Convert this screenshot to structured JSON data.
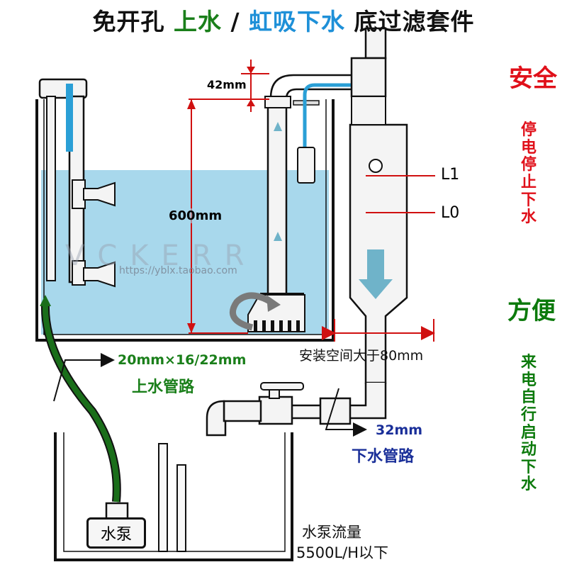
{
  "title": {
    "part1": "免开孔 ",
    "part2": "上水",
    "sep": " / ",
    "part3": "虹吸下水",
    "part4": " 底过滤套件",
    "colors": {
      "dark": "#111111",
      "green": "#1a7f1a",
      "blue": "#1e90d8"
    }
  },
  "right_side": {
    "safety_title": "安全",
    "safety_text": [
      "停",
      "电",
      "停",
      "止",
      "下",
      "水"
    ],
    "convenience_title": "方便",
    "convenience_text": [
      "来",
      "电",
      "自",
      "行",
      "启",
      "动",
      "下",
      "水"
    ],
    "colors": {
      "red": "#e0101a",
      "green": "#0c7a0c"
    }
  },
  "labels": {
    "dim_42": "42mm",
    "dim_600": "600mm",
    "level_l1": "L1",
    "level_l0": "L0",
    "install_space": "安装空间大于80mm",
    "inlet_size": "20mm×16/22mm",
    "inlet_name": "上水管路",
    "outlet_size": "32mm",
    "outlet_name": "下水管路",
    "pump": "水泵",
    "pump_flow": "水泵流量",
    "pump_limit": "5500L/H以下"
  },
  "watermark": {
    "brand": "VCKERR",
    "url": "https://yblx.taobao.com"
  },
  "colors": {
    "water": "#a8d8ec",
    "hose": "#1a6e1a",
    "siphon_tube": "#2a9fd6",
    "dimension": "#d01010",
    "outline": "#111111",
    "pipe_fill": "#f4f4f4",
    "flow_arrow": "#6fb3c9"
  }
}
